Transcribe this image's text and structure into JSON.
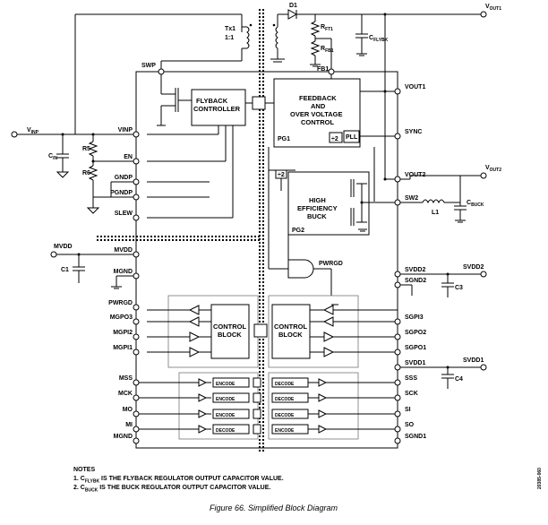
{
  "components": {
    "d1": "D1",
    "tx1": "Tx1",
    "ratio": "1:1",
    "rft1": "R",
    "rft1_sub": "FT1",
    "rfb1": "R",
    "rfb1_sub": "FB1",
    "cflybk": "C",
    "cflybk_sub": "FLYBK",
    "r5": "R5",
    "r6": "R6",
    "cin": "C",
    "cin_sub": "IN",
    "c1": "C1",
    "c3": "C3",
    "c4": "C4",
    "l1": "L1",
    "cbuck": "C",
    "cbuck_sub": "BUCK"
  },
  "nets": {
    "vout1": "V",
    "vout1_sub": "OUT1",
    "vout2": "V",
    "vout2_sub": "OUT2",
    "vinp": "V",
    "vinp_sub": "INP",
    "mvdd": "MVDD",
    "svdd2": "SVDD2",
    "svdd1": "SVDD1"
  },
  "left_pins": [
    {
      "name": "SWP"
    },
    {
      "name": "VINP"
    },
    {
      "name": "EN"
    },
    {
      "name": "GNDP"
    },
    {
      "name": "PGNDP"
    },
    {
      "name": "SLEW"
    },
    {
      "name": "MVDD"
    },
    {
      "name": "MGND"
    },
    {
      "name": "PWRGD"
    },
    {
      "name": "MGPO3"
    },
    {
      "name": "MGPI2"
    },
    {
      "name": "MGPI1"
    },
    {
      "name": "MSS"
    },
    {
      "name": "MCK"
    },
    {
      "name": "MO"
    },
    {
      "name": "MI"
    },
    {
      "name": "MGND"
    }
  ],
  "right_pins": [
    {
      "name": "FB1"
    },
    {
      "name": "VOUT1"
    },
    {
      "name": "SYNC"
    },
    {
      "name": "VOUT2"
    },
    {
      "name": "SW2"
    },
    {
      "name": "SVDD2"
    },
    {
      "name": "SGND2"
    },
    {
      "name": "SGPI3"
    },
    {
      "name": "SGPO2"
    },
    {
      "name": "SGPO1"
    },
    {
      "name": "SVDD1"
    },
    {
      "name": "SSS"
    },
    {
      "name": "SCK"
    },
    {
      "name": "SI"
    },
    {
      "name": "SO"
    },
    {
      "name": "SGND1"
    }
  ],
  "blocks": {
    "flyback_l1": "FLYBACK",
    "flyback_l2": "CONTROLLER",
    "fb_l1": "FEEDBACK",
    "fb_l2": "AND",
    "fb_l3": "OVER VOLTAGE",
    "fb_l4": "CONTROL",
    "pg1": "PG1",
    "div2a": "÷2",
    "pll": "PLL",
    "div2b": "÷2",
    "heb_l1": "HIGH",
    "heb_l2": "EFFICIENCY",
    "heb_l3": "BUCK",
    "pg2": "PG2",
    "pwrgd": "PWRGD",
    "cb_l1": "CONTROL",
    "cb_l2": "BLOCK",
    "encode": "ENCODE",
    "decode": "DECODE"
  },
  "notes": {
    "heading": "NOTES",
    "n1_pre": "1. C",
    "n1_sub": "FLYBK",
    "n1_post": " IS THE FLYBACK REGULATOR OUTPUT CAPACITOR VALUE.",
    "n2_pre": "2. C",
    "n2_sub": "BUCK",
    "n2_post": " IS THE BUCK REGULATOR OUTPUT CAPACITOR VALUE."
  },
  "caption": "Figure 66. Simplified Block Diagram",
  "side_id": "20385-060"
}
